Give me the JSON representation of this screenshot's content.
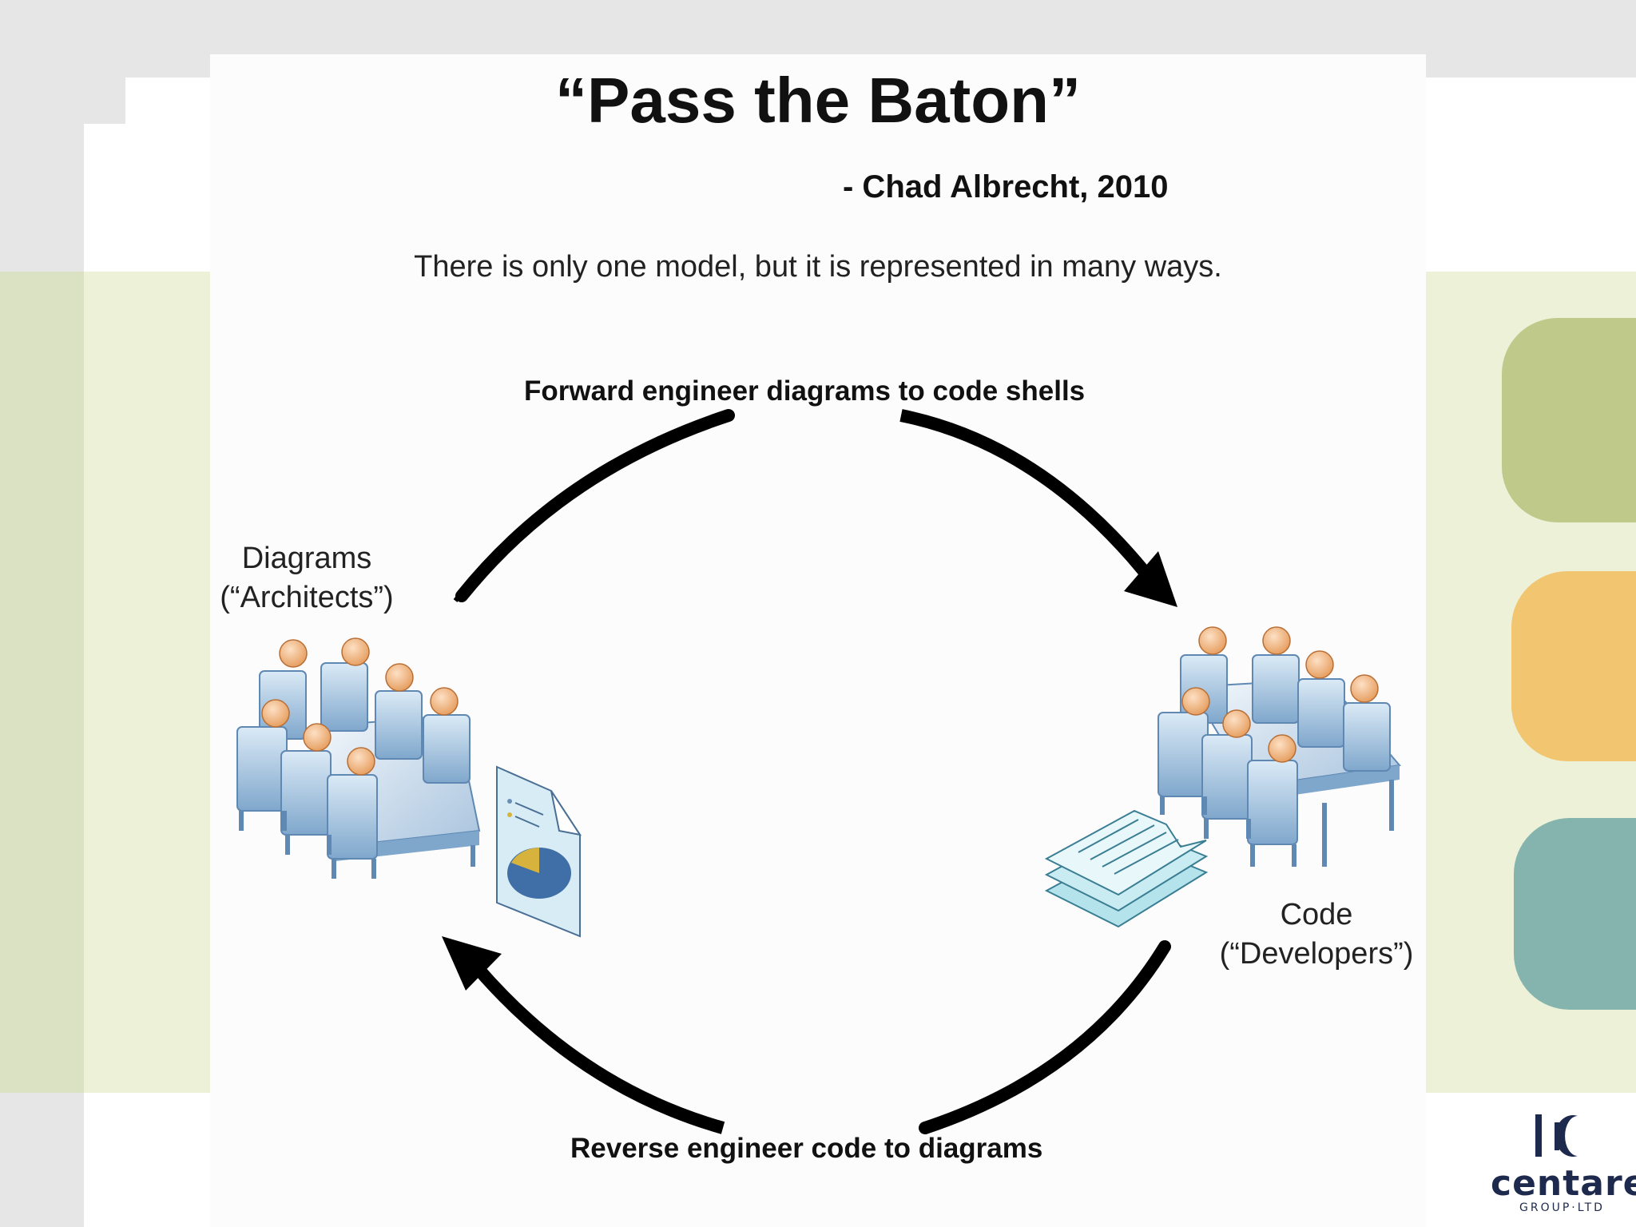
{
  "slide": {
    "title": "“Pass the Baton”",
    "attribution": "- Chad Albrecht, 2010",
    "subtitle": "There is only one model, but it is represented in many ways."
  },
  "diagram": {
    "forward_label": "Forward engineer diagrams to code shells",
    "reverse_label": "Reverse engineer code to diagrams",
    "left_node": {
      "line1": "Diagrams",
      "line2": "(“Architects”)"
    },
    "right_node": {
      "line1": "Code",
      "line2": "(“Developers”)"
    }
  },
  "logo": {
    "word": "centare",
    "sub": "GROUP·LTD"
  },
  "colors": {
    "pad_green": "#bec98a",
    "pad_orange": "#f2c571",
    "pad_teal": "#85b4ae",
    "band": "#edf1d8",
    "arrow": "#000000",
    "logo": "#1d2a4e"
  }
}
